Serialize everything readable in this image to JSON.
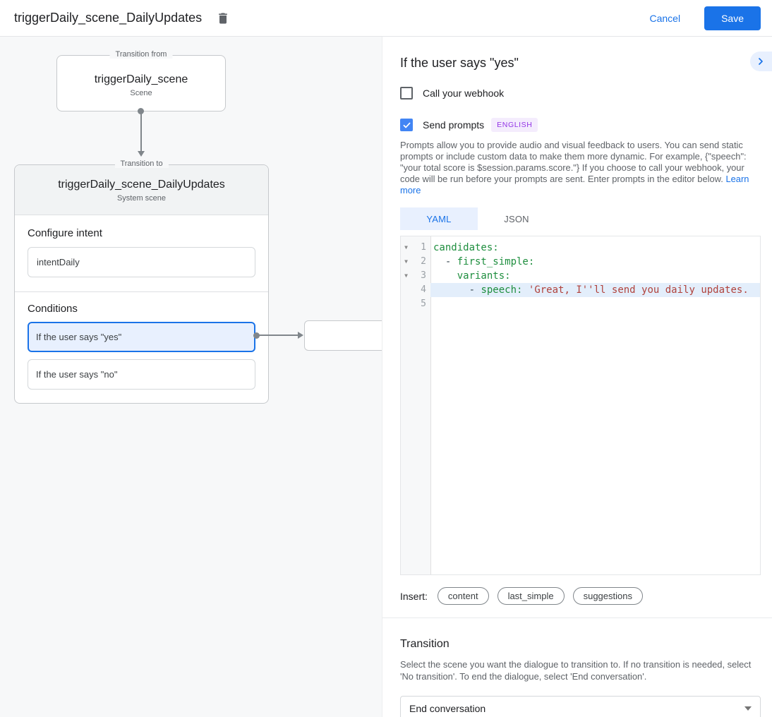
{
  "header": {
    "title": "triggerDaily_scene_DailyUpdates",
    "cancel_label": "Cancel",
    "save_label": "Save"
  },
  "diagram": {
    "from_box": {
      "label": "Transition from",
      "title": "triggerDaily_scene",
      "subtitle": "Scene"
    },
    "to_card": {
      "label": "Transition to",
      "title": "triggerDaily_scene_DailyUpdates",
      "subtitle": "System scene",
      "configure_intent_label": "Configure intent",
      "intent_value": "intentDaily",
      "conditions_label": "Conditions",
      "conditions": [
        {
          "label": "If the user says \"yes\"",
          "selected": true
        },
        {
          "label": "If the user says \"no\"",
          "selected": false
        }
      ]
    }
  },
  "panel": {
    "title": "If the user says \"yes\"",
    "webhook": {
      "label": "Call your webhook",
      "checked": false
    },
    "send_prompts": {
      "label": "Send prompts",
      "checked": true,
      "badge": "ENGLISH"
    },
    "description": "Prompts allow you to provide audio and visual feedback to users. You can send static prompts or include custom data to make them more dynamic. For example, {\"speech\": \"your total score is $session.params.score.\"} If you choose to call your webhook, your code will be run before your prompts are sent. Enter prompts in the editor below. ",
    "learn_more": "Learn more",
    "tabs": [
      {
        "label": "YAML",
        "active": true
      },
      {
        "label": "JSON",
        "active": false
      }
    ],
    "editor": {
      "lines": [
        {
          "num": "1",
          "fold": true,
          "highlight": false,
          "parts": [
            [
              "candidates:",
              "k"
            ]
          ]
        },
        {
          "num": "2",
          "fold": true,
          "highlight": false,
          "parts": [
            [
              "  - ",
              "p"
            ],
            [
              "first_simple:",
              "k"
            ]
          ]
        },
        {
          "num": "3",
          "fold": true,
          "highlight": false,
          "parts": [
            [
              "    ",
              "p"
            ],
            [
              "variants:",
              "k"
            ]
          ]
        },
        {
          "num": "4",
          "fold": false,
          "highlight": true,
          "parts": [
            [
              "      - ",
              "p"
            ],
            [
              "speech:",
              "k"
            ],
            [
              " ",
              "p"
            ],
            [
              "'Great, I''ll send you daily updates.",
              "s"
            ]
          ]
        },
        {
          "num": "5",
          "fold": false,
          "highlight": false,
          "parts": []
        }
      ]
    },
    "insert": {
      "label": "Insert:",
      "buttons": [
        "content",
        "last_simple",
        "suggestions"
      ]
    },
    "transition": {
      "title": "Transition",
      "description": "Select the scene you want the dialogue to transition to. If no transition is needed, select 'No transition'. To end the dialogue, select 'End conversation'.",
      "value": "End conversation"
    }
  },
  "colors": {
    "accent": "#1A73E8",
    "checkbox_checked": "#4285F4",
    "badge_text": "#9334E6",
    "badge_bg": "#F4ECFD",
    "condition_selected_bg": "#E8F0FE",
    "code_key": "#1E8E3E",
    "code_string": "#B0423C",
    "code_highlight": "#E3EEFB"
  }
}
